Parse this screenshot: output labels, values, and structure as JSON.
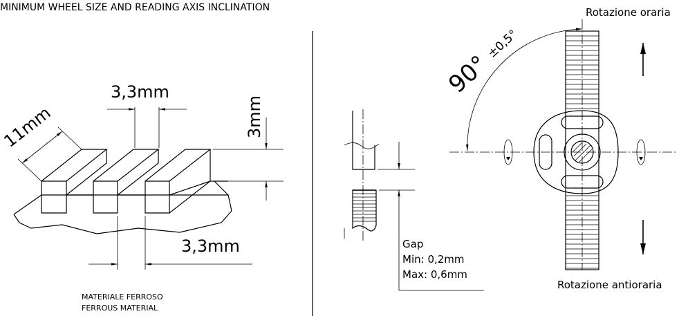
{
  "title": "MINIMUM WHEEL SIZE AND READING AXIS INCLINATION",
  "left_figure": {
    "dim_tooth_width": "3,3mm",
    "dim_tooth_length": "11mm",
    "dim_tooth_height": "3mm",
    "dim_tooth_gap": "3,3mm",
    "material_it": "MATERIALE FERROSO",
    "material_en": "FERROUS MATERIAL"
  },
  "middle_figure": {
    "gap_label": "Gap",
    "gap_min": "Min: 0,2mm",
    "gap_max": "Max: 0,6mm"
  },
  "right_figure": {
    "angle_main": "90°",
    "angle_tol": "±0,5°",
    "rotation_cw": "Rotazione oraria",
    "rotation_ccw": "Rotazione antioraria"
  }
}
